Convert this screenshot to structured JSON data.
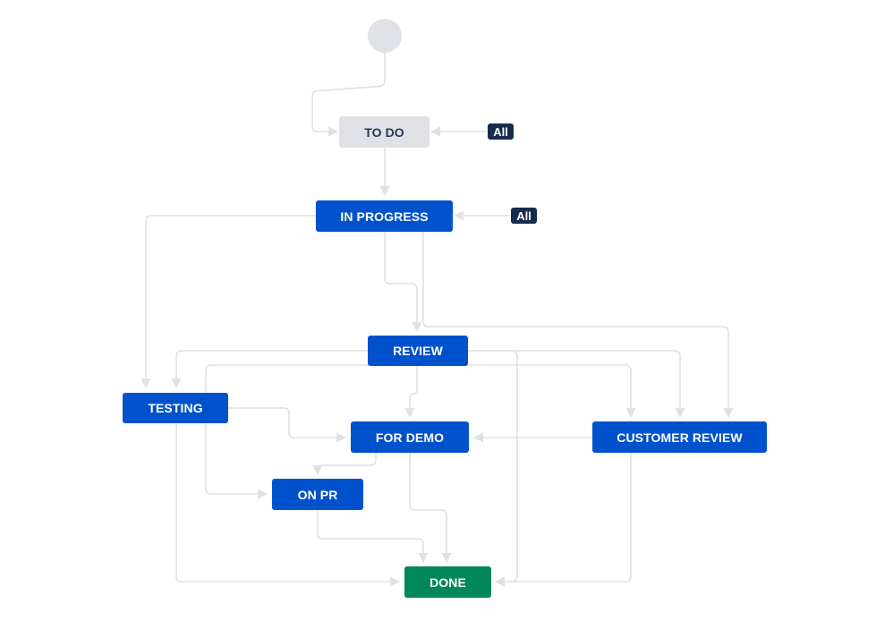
{
  "workflow": {
    "statuses": {
      "todo": {
        "label": "TO DO",
        "category": "todo"
      },
      "in_progress": {
        "label": "IN PROGRESS",
        "category": "inprogress"
      },
      "review": {
        "label": "REVIEW",
        "category": "inprogress"
      },
      "testing": {
        "label": "TESTING",
        "category": "inprogress"
      },
      "for_demo": {
        "label": "FOR DEMO",
        "category": "inprogress"
      },
      "customer_review": {
        "label": "CUSTOMER REVIEW",
        "category": "inprogress"
      },
      "on_pr": {
        "label": "ON PR",
        "category": "inprogress"
      },
      "done": {
        "label": "DONE",
        "category": "done"
      }
    },
    "global_transitions": [
      {
        "label": "All",
        "target": "todo"
      },
      {
        "label": "All",
        "target": "in_progress"
      }
    ],
    "transitions": [
      {
        "from": "start",
        "to": "todo"
      },
      {
        "from": "todo",
        "to": "in_progress"
      },
      {
        "from": "in_progress",
        "to": "testing"
      },
      {
        "from": "in_progress",
        "to": "review"
      },
      {
        "from": "in_progress",
        "to": "customer_review"
      },
      {
        "from": "review",
        "to": "testing"
      },
      {
        "from": "review",
        "to": "for_demo"
      },
      {
        "from": "review",
        "to": "customer_review"
      },
      {
        "from": "review",
        "to": "done"
      },
      {
        "from": "testing",
        "to": "for_demo"
      },
      {
        "from": "testing",
        "to": "on_pr"
      },
      {
        "from": "testing",
        "to": "done"
      },
      {
        "from": "testing",
        "to": "customer_review"
      },
      {
        "from": "for_demo",
        "to": "on_pr"
      },
      {
        "from": "for_demo",
        "to": "done"
      },
      {
        "from": "customer_review",
        "to": "for_demo"
      },
      {
        "from": "customer_review",
        "to": "done"
      },
      {
        "from": "on_pr",
        "to": "done"
      }
    ],
    "colors": {
      "todo_bg": "#dfe1e6",
      "todo_text": "#253858",
      "inprogress_bg": "#0052cc",
      "done_bg": "#00875a",
      "badge_bg": "#172b4d",
      "edge": "#dfe1e6"
    }
  }
}
